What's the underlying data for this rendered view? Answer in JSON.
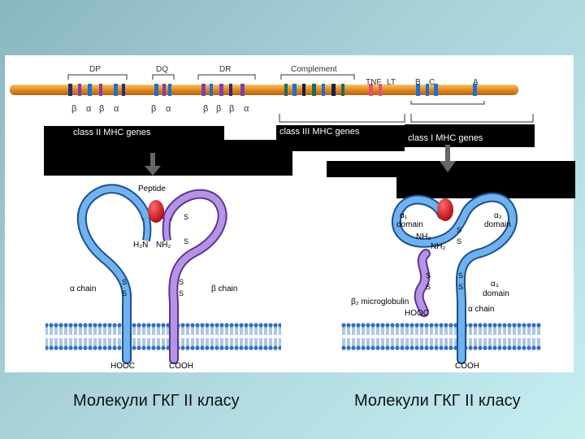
{
  "chromosome": {
    "regions": [
      "DP",
      "DQ",
      "DR",
      "Complement",
      "TNF",
      "LT",
      "B",
      "C",
      "A"
    ],
    "dp_chains": [
      "β",
      "α",
      "β",
      "α"
    ],
    "dq_chains": [
      "β",
      "α"
    ],
    "dr_chains": [
      "β",
      "β",
      "β",
      "α"
    ]
  },
  "gene_groups": {
    "class2": "class II MHC genes",
    "class3": "class III MHC genes",
    "class1": "class I MHC genes"
  },
  "class2_molecule": {
    "peptide": "Peptide",
    "nh2_left": "H₂N",
    "nh2_right": "NH₂",
    "alpha_chain": "α chain",
    "beta_chain": "β chain",
    "hooc": "HOOC",
    "cooh": "COOH",
    "s": "S"
  },
  "class1_molecule": {
    "peptide": "Peptide",
    "a1": "α₁",
    "a1_domain": "domain",
    "a2": "α₂",
    "a2_domain": "domain",
    "a3": "α₃",
    "a3_domain": "domain",
    "nh2_a": "NH₂",
    "nh2_b": "NH₂",
    "b2m": "β₂ microglobulin",
    "hooc": "HOOC",
    "alpha_chain": "α chain",
    "cooh": "COOH",
    "s": "S"
  },
  "captions": {
    "left": "Молекули ГКГ II класу",
    "right": "Молекули ГКГ II класу"
  },
  "colors": {
    "chain_blue": "#4a90d9",
    "chain_purple": "#9b6bd0",
    "peptide_red": "#d0161c",
    "chromosome_orange": "#e08a1e"
  }
}
